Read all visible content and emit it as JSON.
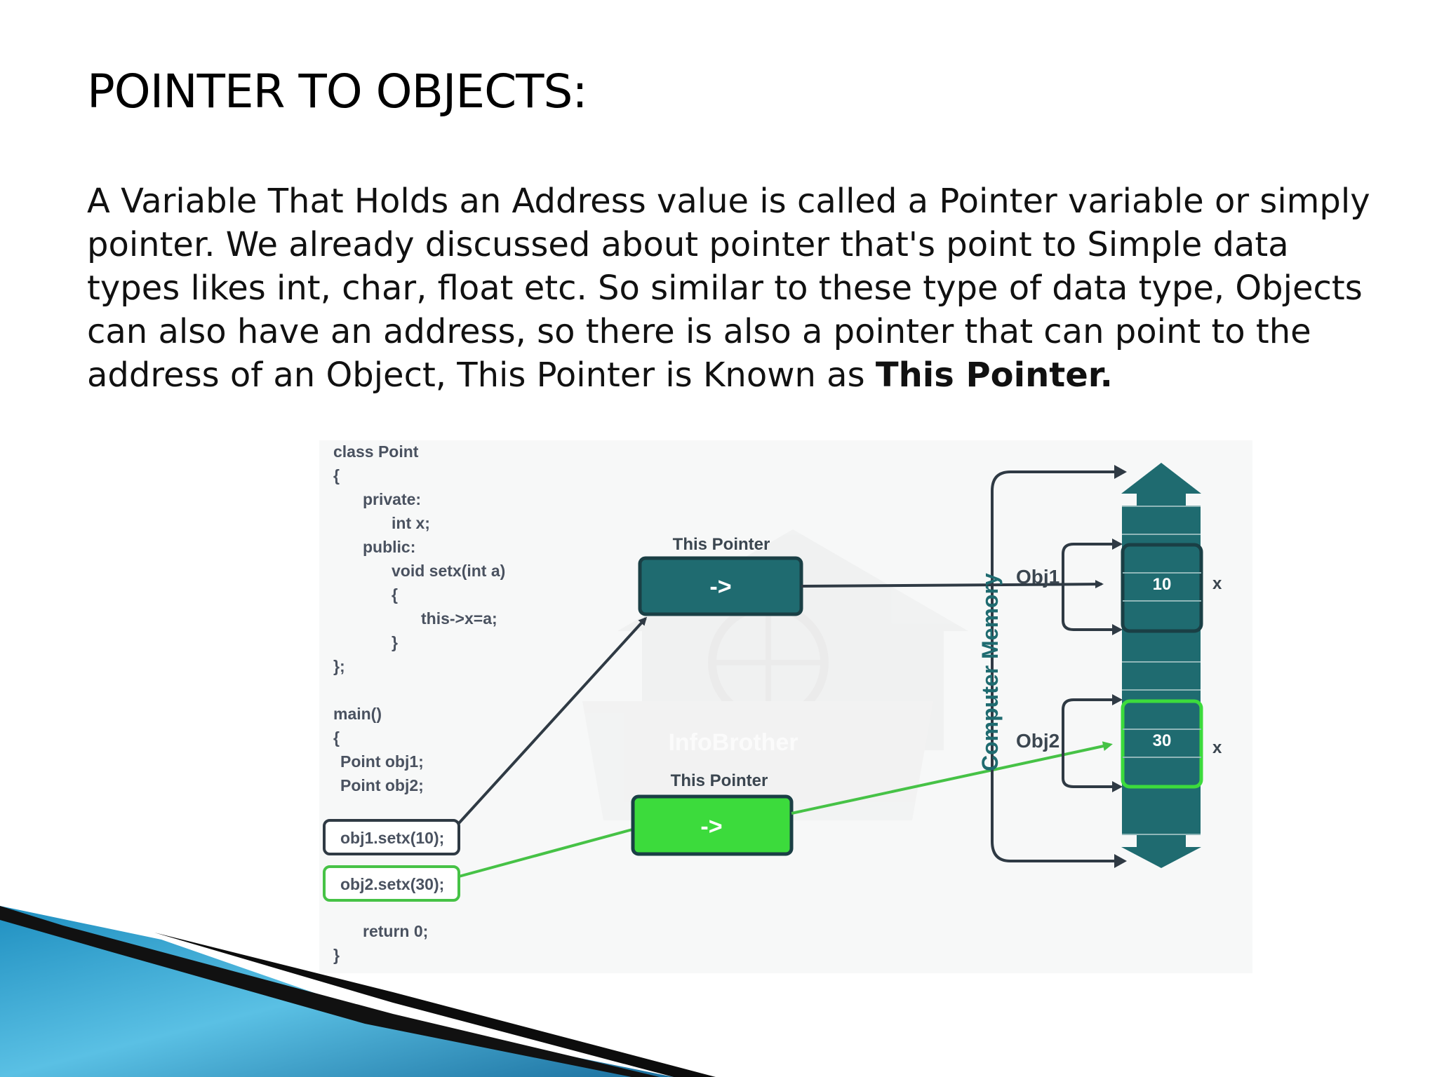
{
  "slide": {
    "title": "POINTER TO OBJECTS:",
    "paragraph": "A Variable That Holds an Address value is called a Pointer variable or simply pointer. We already discussed about pointer that's point to Simple data types likes int, char, float etc. So similar to these type of data type, Objects can also have an address, so there is also a pointer that can point to the address of an Object, This Pointer is Known as",
    "paragraph_bold": "This Pointer."
  },
  "diagram": {
    "code_lines": [
      "class Point",
      "{",
      "private:",
      "int x;",
      "public:",
      "void setx(int a)",
      "{",
      "this->x=a;",
      "}",
      "};",
      "main()",
      "{",
      "Point obj1;",
      "Point obj2;",
      "obj1.setx(10);",
      "obj2.setx(30);",
      "return 0;",
      "}"
    ],
    "pointer_label_top": "This Pointer",
    "pointer_label_bottom": "This Pointer",
    "pointer_symbol_top": "->",
    "pointer_symbol_bottom": "->",
    "memory_label": "Computer Memory",
    "obj1_label": "Obj1",
    "obj2_label": "Obj2",
    "obj1_value": "10",
    "obj2_value": "30",
    "x_label_1": "x",
    "x_label_2": "x",
    "watermark": "InfoBrother",
    "colors": {
      "teal": "#1f6b70",
      "teal_dark": "#1a3f45",
      "green": "#3cdb3c",
      "green_line": "#46c246",
      "dark_arrow": "#2f3a44"
    }
  }
}
